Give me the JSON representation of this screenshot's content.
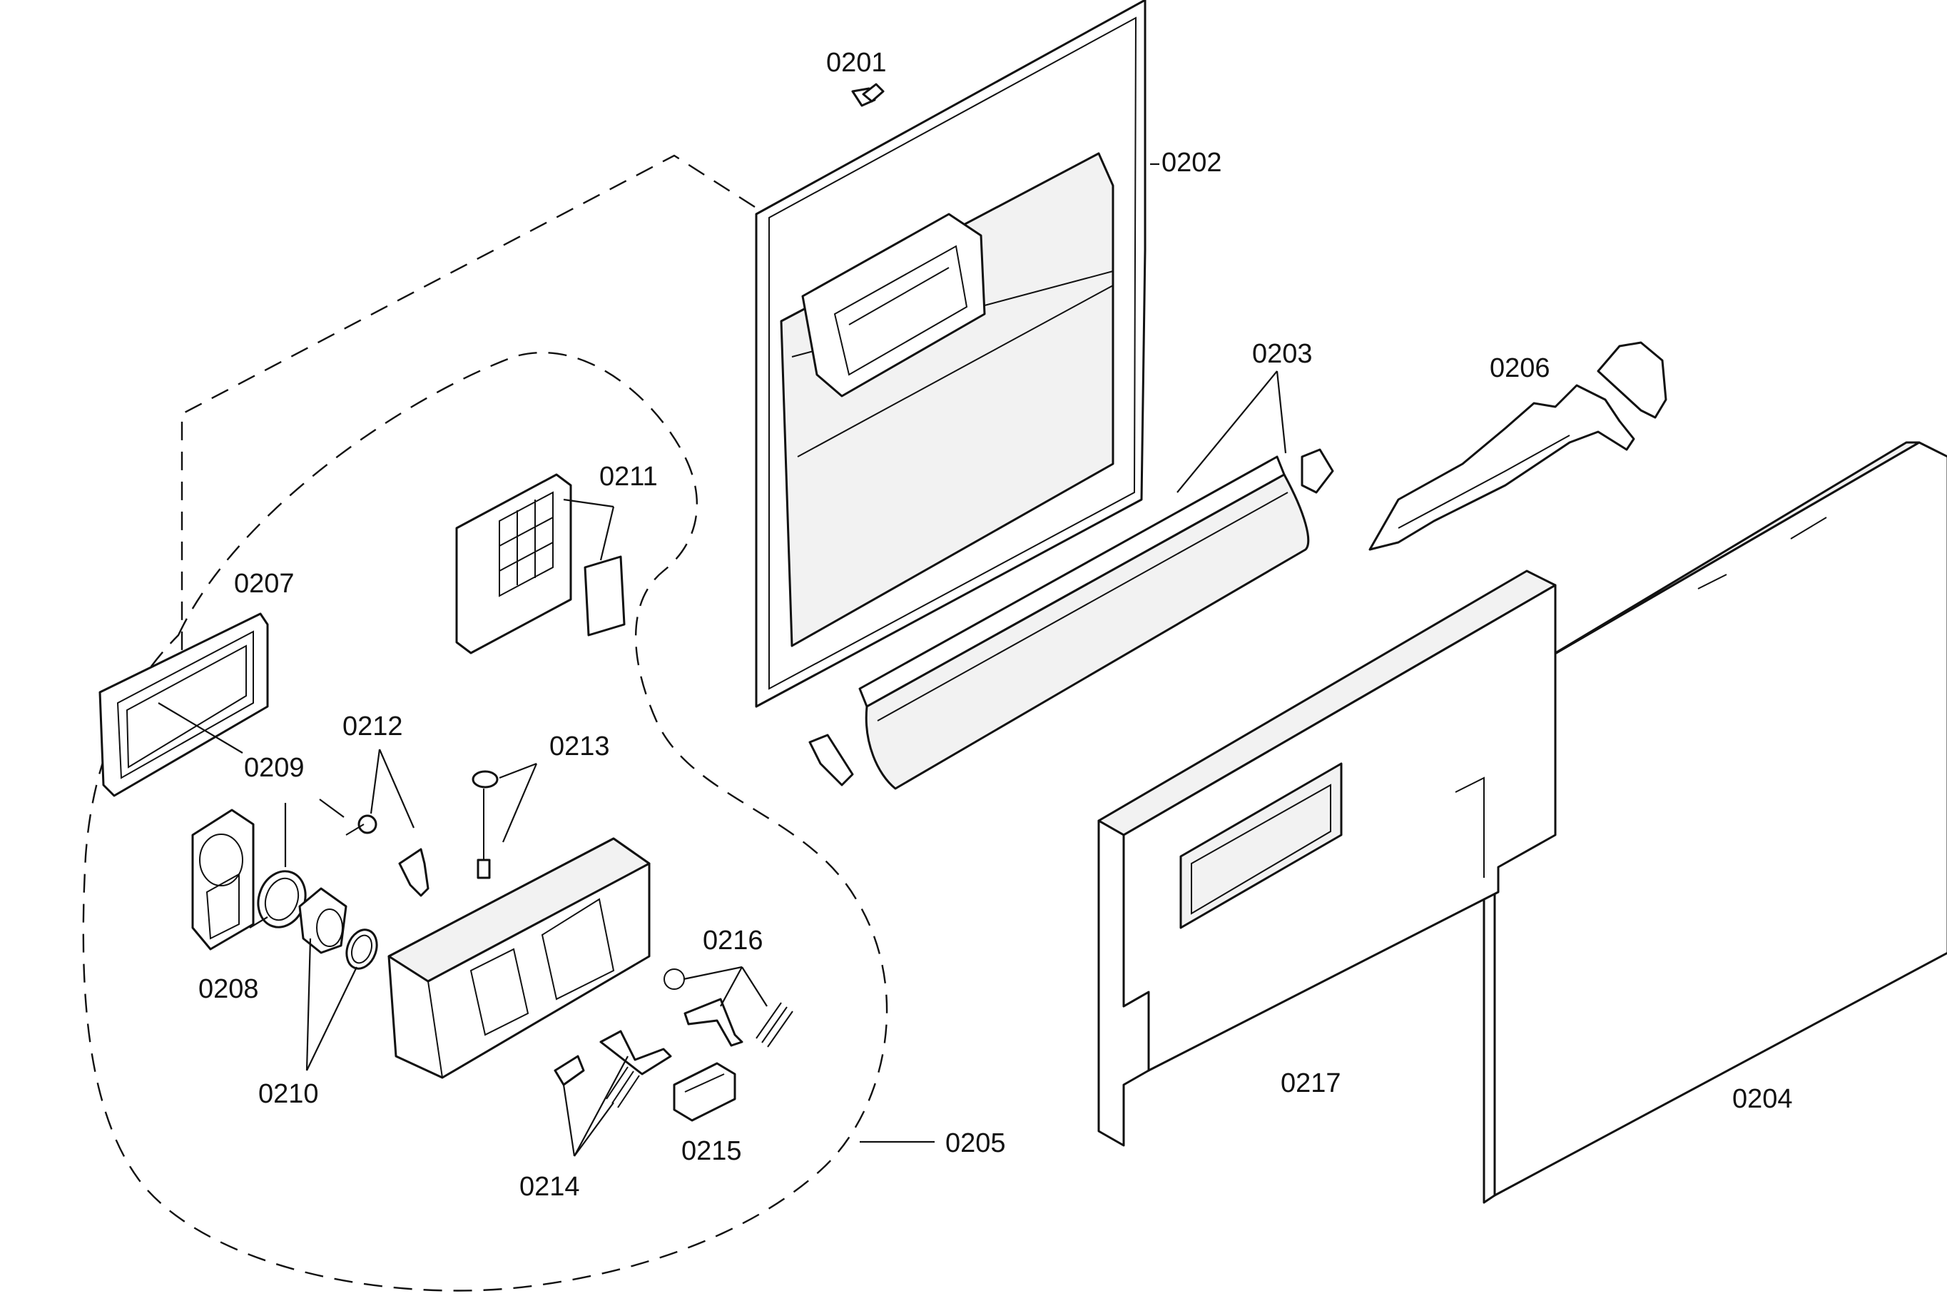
{
  "labels": {
    "p0201": "0201",
    "p0202": "0202",
    "p0203": "0203",
    "p0204": "0204",
    "p0205": "0205",
    "p0206": "0206",
    "p0207": "0207",
    "p0208": "0208",
    "p0209": "0209",
    "p0210": "0210",
    "p0211": "0211",
    "p0212": "0212",
    "p0213": "0213",
    "p0214": "0214",
    "p0215": "0215",
    "p0216": "0216",
    "p0217": "0217"
  },
  "colors": {
    "ink": "#111111",
    "paper": "#ffffff"
  }
}
